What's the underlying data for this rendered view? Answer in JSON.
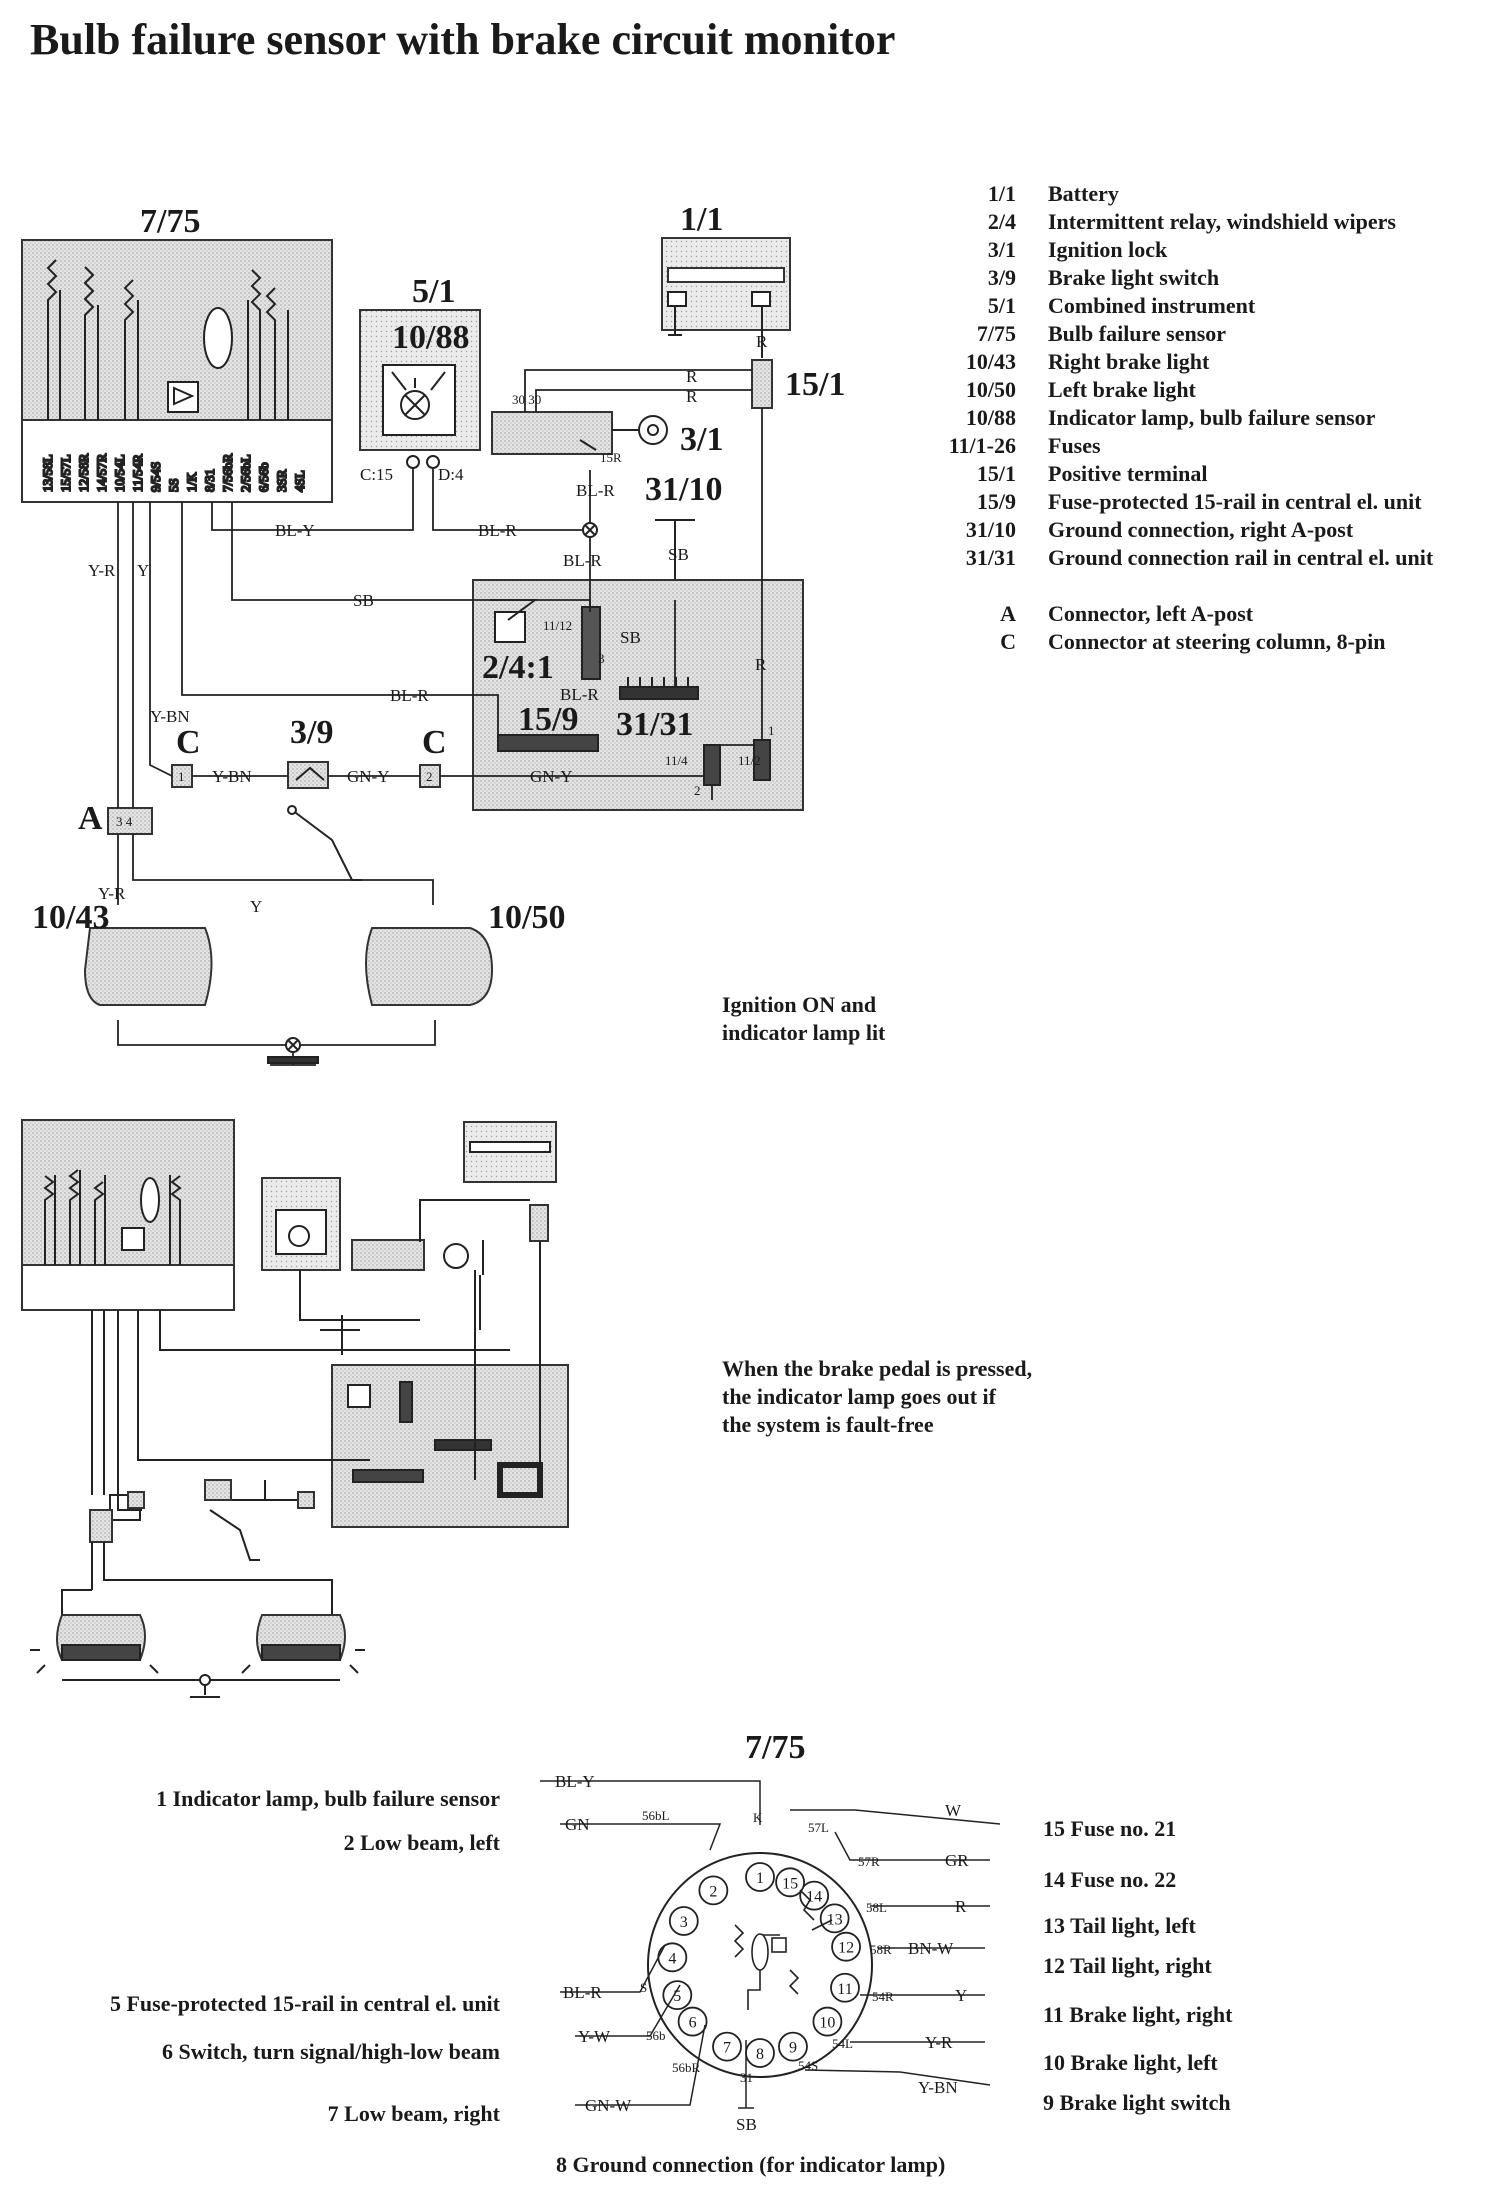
{
  "title": "Bulb failure sensor with brake circuit monitor",
  "legend": [
    {
      "code": "1/1",
      "desc": "Battery"
    },
    {
      "code": "2/4",
      "desc": "Intermittent relay, windshield wipers"
    },
    {
      "code": "3/1",
      "desc": "Ignition lock"
    },
    {
      "code": "3/9",
      "desc": "Brake light switch"
    },
    {
      "code": "5/1",
      "desc": "Combined instrument"
    },
    {
      "code": "7/75",
      "desc": "Bulb failure sensor"
    },
    {
      "code": "10/43",
      "desc": "Right brake light"
    },
    {
      "code": "10/50",
      "desc": "Left brake light"
    },
    {
      "code": "10/88",
      "desc": "Indicator lamp, bulb failure sensor"
    },
    {
      "code": "11/1-26",
      "desc": "Fuses"
    },
    {
      "code": "15/1",
      "desc": "Positive terminal"
    },
    {
      "code": "15/9",
      "desc": "Fuse-protected 15-rail in central el. unit"
    },
    {
      "code": "31/10",
      "desc": "Ground connection, right A-post"
    },
    {
      "code": "31/31",
      "desc": "Ground connection rail in central el. unit"
    },
    {
      "code": "A",
      "desc": "Connector, left A-post"
    },
    {
      "code": "C",
      "desc": "Connector at steering column, 8-pin"
    }
  ],
  "components": {
    "sensor": "7/75",
    "battery": "1/1",
    "instrument": "5/1",
    "lamp": "10/88",
    "positive": "15/1",
    "ign_lock": "3/1",
    "ground_post": "31/10",
    "relay": "2/4:1",
    "rail15": "15/9",
    "rail31": "31/31",
    "switch": "3/9",
    "conn_c": "C",
    "conn_a": "A",
    "right_light": "10/43",
    "left_light": "10/50"
  },
  "pin_labels": [
    "13/58L",
    "15/57L",
    "12/58R",
    "14/57R",
    "10/54L",
    "11/54R",
    "9/54S",
    "5S",
    "1/K",
    "8/31",
    "7/56bR",
    "2/56bL",
    "6/56b",
    "3SR",
    "4SL"
  ],
  "wires": {
    "bly": "BL-Y",
    "blr": "BL-R",
    "sb": "SB",
    "r": "R",
    "yr": "Y-R",
    "y": "Y",
    "ybn": "Y-BN",
    "gny": "GN-Y",
    "c15": "C:15",
    "d4": "D:4",
    "p3030": "30 30",
    "p15r": "15R",
    "f1112": "11/12",
    "f114": "11/4",
    "f112": "11/2",
    "n3": "3",
    "n1": "1",
    "n2": "2",
    "c1": "1",
    "c2": "2",
    "a34": "3 4"
  },
  "captions": {
    "cap1": [
      "Ignition ON and",
      "indicator lamp lit"
    ],
    "cap2": [
      "When the brake pedal is pressed,",
      "the indicator lamp goes out if",
      "the system is fault-free"
    ]
  },
  "connector": {
    "title": "7/75",
    "left_items": [
      "1  Indicator lamp, bulb failure sensor",
      "2  Low beam, left",
      "5  Fuse-protected 15-rail in central el. unit",
      "6  Switch, turn signal/high-low beam",
      "7  Low beam, right"
    ],
    "right_items": [
      "15  Fuse no. 21",
      "14  Fuse no. 22",
      "13  Tail light, left",
      "12  Tail light, right",
      "11  Brake light, right",
      "10  Brake light, left",
      "9  Brake light switch"
    ],
    "bottom_item": "8 Ground connection (for indicator lamp)",
    "wires": {
      "bly": "BL-Y",
      "gn": "GN",
      "blr": "BL-R",
      "yw": "Y-W",
      "gnw": "GN-W",
      "w": "W",
      "gr": "GR",
      "r": "R",
      "bnw": "BN-W",
      "y": "Y",
      "yr": "Y-R",
      "ybn": "Y-BN",
      "sb": "SB"
    },
    "terms": {
      "k": "K",
      "t56bl": "56bL",
      "t57l": "57L",
      "t57r": "57R",
      "t58l": "58L",
      "t58r": "58R",
      "t54r": "54R",
      "t54l": "54L",
      "t54s": "54S",
      "t56b": "56b",
      "t56br": "56bR",
      "t31": "31",
      "s": "S"
    },
    "pins": [
      "1",
      "2",
      "3",
      "4",
      "5",
      "6",
      "7",
      "8",
      "9",
      "10",
      "11",
      "12",
      "13",
      "14",
      "15"
    ]
  }
}
